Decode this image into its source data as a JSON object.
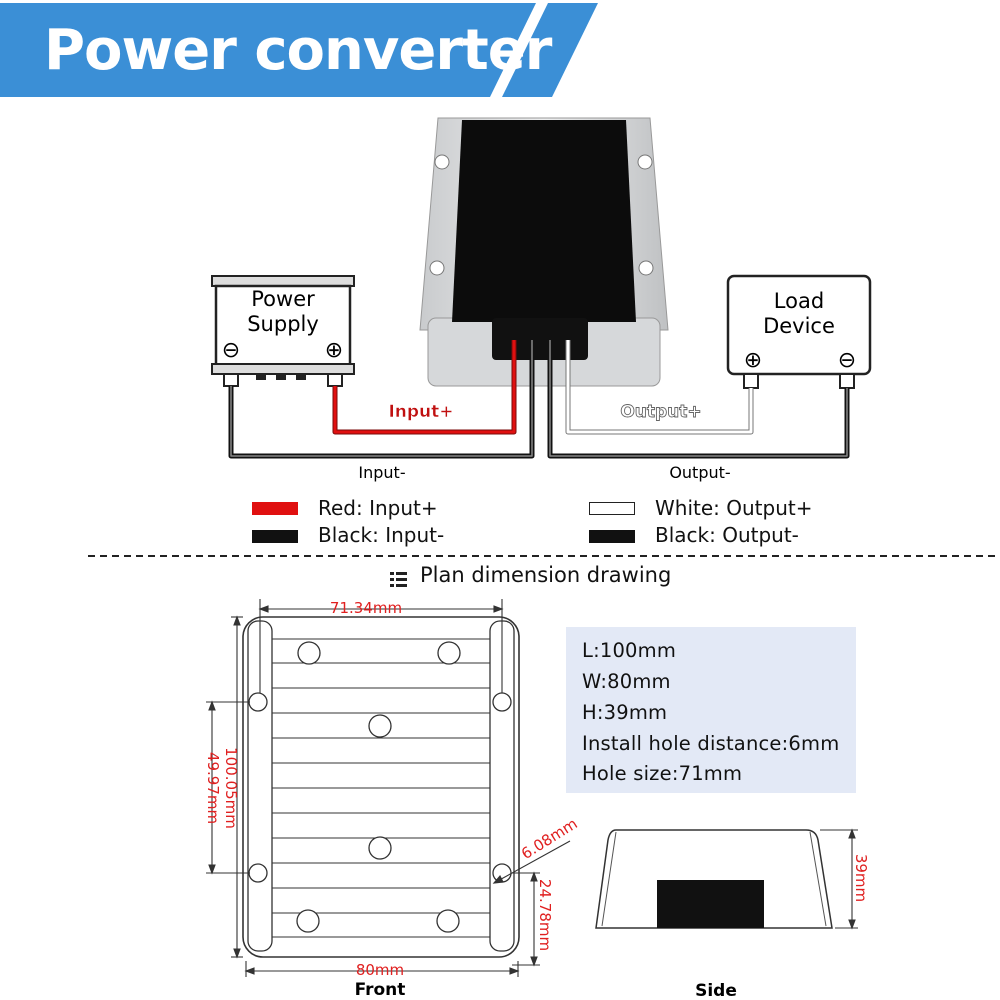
{
  "title": "Power converter",
  "wiring": {
    "power_supply_line1": "Power",
    "power_supply_line2": "Supply",
    "load_line1": "Load",
    "load_line2": "Device",
    "minus_symbol": "⊖",
    "plus_symbol": "⊕",
    "input_plus_label": "Input+",
    "output_plus_label": "Output+",
    "input_minus_label": "Input-",
    "output_minus_label": "Output-"
  },
  "legend": [
    {
      "label": "Red: Input+",
      "color": "#e01010"
    },
    {
      "label": "Black: Input-",
      "color": "#111111"
    },
    {
      "label": "White: Output+",
      "color": "#ffffff"
    },
    {
      "label": "Black: Output-",
      "color": "#111111"
    }
  ],
  "plan": {
    "title": "Plan dimension drawing",
    "icon": "list-icon",
    "dim_top": "71.34mm",
    "dim_left_outer": "49.97mm",
    "dim_left_inner": "100.05mm",
    "dim_hole": "6.08mm",
    "dim_right": "24.78mm",
    "dim_bottom": "80mm",
    "front_label": "Front",
    "side_label": "Side",
    "dim_side": "39mm"
  },
  "specs": [
    "L:100mm",
    "W:80mm",
    "H:39mm",
    "Install hole distance:6mm",
    "Hole size:71mm"
  ],
  "colors": {
    "banner_blue": "#3b8fd6",
    "dimension_red": "#e02020",
    "spec_bg": "#e3e9f6"
  }
}
